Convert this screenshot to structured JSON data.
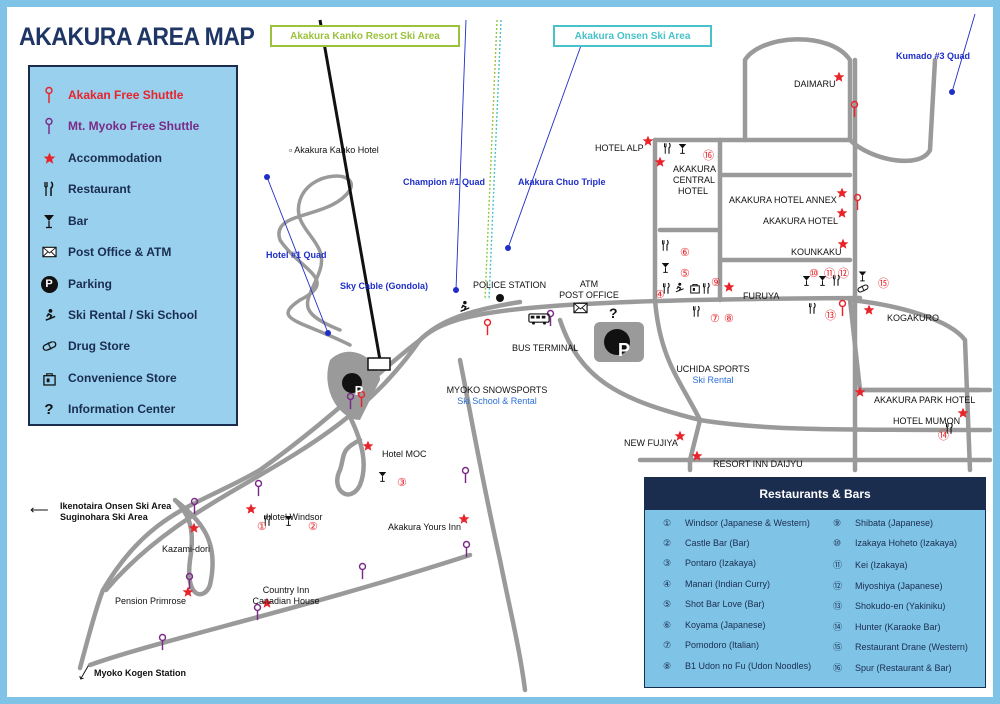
{
  "title": "AKAKURA AREA MAP",
  "banners": {
    "kanko": "Akakura Kanko Resort Ski Area",
    "onsen": "Akakura Onsen Ski Area"
  },
  "legend": [
    {
      "icon": "red-shuttle-pin-icon",
      "label": "Akakan Free Shuttle",
      "color": "#e8232a"
    },
    {
      "icon": "purple-shuttle-pin-icon",
      "label": "Mt. Myoko Free Shuttle",
      "color": "#7a2a86"
    },
    {
      "icon": "star-icon",
      "label": "Accommodation",
      "color": "#1b2d4f"
    },
    {
      "icon": "fork-knife-icon",
      "label": "Restaurant",
      "color": "#1b2d4f"
    },
    {
      "icon": "cocktail-glass-icon",
      "label": "Bar",
      "color": "#1b2d4f"
    },
    {
      "icon": "envelope-icon",
      "label": "Post Office & ATM",
      "color": "#1b2d4f"
    },
    {
      "icon": "parking-icon",
      "label": "Parking",
      "color": "#1b2d4f"
    },
    {
      "icon": "skier-icon",
      "label": "Ski Rental / Ski School",
      "color": "#1b2d4f"
    },
    {
      "icon": "pill-icon",
      "label": "Drug Store",
      "color": "#1b2d4f"
    },
    {
      "icon": "store-bag-icon",
      "label": "Convenience Store",
      "color": "#1b2d4f"
    },
    {
      "icon": "question-mark-icon",
      "label": "Information Center",
      "color": "#1b2d4f"
    }
  ],
  "lifts": {
    "hotel1": "Hotel #1 Quad",
    "skycable": "Sky Cable (Gondola)",
    "champion": "Champion #1 Quad",
    "chuo": "Akakura Chuo Triple",
    "kumado": "Kumado #3 Quad"
  },
  "places": {
    "kanko_hotel": "Akakura Kanko Hotel",
    "hotel_alp": "HOTEL ALP",
    "central_1": "AKAKURA",
    "central_2": "CENTRAL",
    "central_3": "HOTEL",
    "daimaru": "DAIMARU",
    "annex": "AKAKURA HOTEL ANNEX",
    "akakura_hotel": "AKAKURA HOTEL",
    "kounkaku": "KOUNKAKU",
    "furuya": "FURUYA",
    "kogakuro": "KOGAKURO",
    "police": "POLICE STATION",
    "atm": "ATM",
    "post": "POST OFFICE",
    "bus": "BUS TERMINAL",
    "uchida": "UCHIDA SPORTS",
    "uchida_sub": "Ski Rental",
    "myoko_ss": "MYOKO SNOWSPORTS",
    "myoko_ss_sub": "Ski School & Rental",
    "park_hotel": "AKAKURA PARK HOTEL",
    "mumon": "HOTEL MUMON",
    "new_fujiya": "NEW FUJIYA",
    "daijyu": "RESORT INN DAIJYU",
    "moc": "Hotel MOC",
    "windsor": "Hotel Windsor",
    "yours_inn": "Akakura Yours Inn",
    "kazami": "Kazami-dori",
    "primrose": "Pension Primrose",
    "country_1": "Country Inn",
    "country_2": "Canadian House",
    "ikeno_1": "Ikenotaira Onsen Ski Area",
    "ikeno_2": "Suginohara Ski Area",
    "kogen": "Myoko Kogen Station"
  },
  "nums": {
    "n16": "⑯",
    "n6": "⑥",
    "n5": "⑤",
    "n9": "⑨",
    "n4": "④",
    "n7": "⑦",
    "n8": "⑧",
    "n10": "⑩",
    "n11": "⑪",
    "n12": "⑫",
    "n13": "⑬",
    "n14": "⑭",
    "n15": "⑮",
    "n3": "③",
    "n1": "①",
    "n2": "②",
    "q": "?",
    "p": "P"
  },
  "restaurants": {
    "heading": "Restaurants & Bars",
    "items": [
      {
        "num": "①",
        "name": "Windsor (Japanese & Western)"
      },
      {
        "num": "②",
        "name": "Castle Bar (Bar)"
      },
      {
        "num": "③",
        "name": "Pontaro (Izakaya)"
      },
      {
        "num": "④",
        "name": "Manari (Indian Curry)"
      },
      {
        "num": "⑤",
        "name": "Shot Bar Love (Bar)"
      },
      {
        "num": "⑥",
        "name": "Koyama (Japanese)"
      },
      {
        "num": "⑦",
        "name": "Pomodoro (Italian)"
      },
      {
        "num": "⑧",
        "name": "B1 Udon no Fu (Udon Noodles)"
      },
      {
        "num": "⑨",
        "name": "Shibata (Japanese)"
      },
      {
        "num": "⑩",
        "name": "Izakaya Hoheto (Izakaya)"
      },
      {
        "num": "⑪",
        "name": "Kei  (Izakaya)"
      },
      {
        "num": "⑫",
        "name": "Miyoshiya (Japanese)"
      },
      {
        "num": "⑬",
        "name": "Shokudo-en (Yakiniku)"
      },
      {
        "num": "⑭",
        "name": "Hunter (Karaoke Bar)"
      },
      {
        "num": "⑮",
        "name": "Restaurant Drane (Western)"
      },
      {
        "num": "⑯",
        "name": "Spur  (Restaurant & Bar)"
      }
    ]
  },
  "colors": {
    "road": "#9a9a9a",
    "frame": "#7fc3e6",
    "navy": "#1b2d4f",
    "star": "#e8232a",
    "shuttle_red": "#e8232a",
    "shuttle_purple": "#7a2a86",
    "lift": "#1f2ec8",
    "kanko_banner": "#9bc23c",
    "onsen_banner": "#47c2c9"
  }
}
